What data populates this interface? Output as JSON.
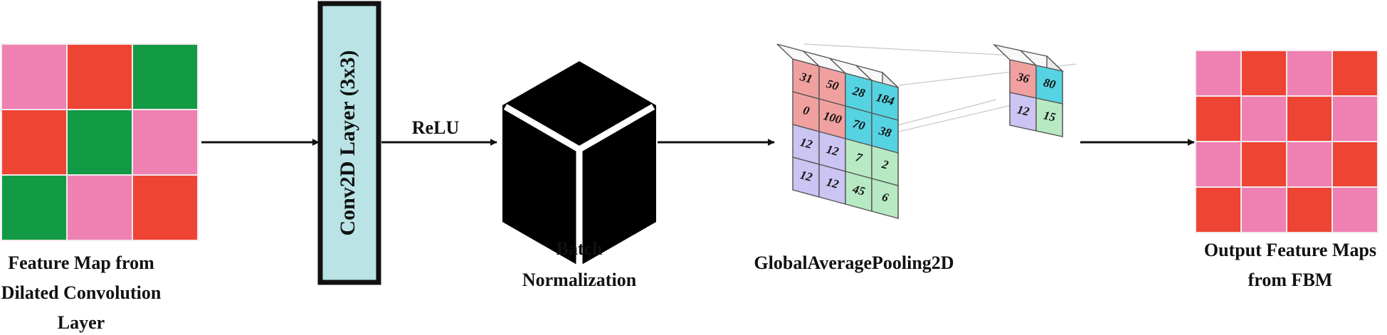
{
  "colors": {
    "pink": "#ef80b2",
    "red": "#ee4433",
    "green": "#139a45",
    "conv_fill": "#b9e3e4",
    "cube_red": "#f1a0a0",
    "cube_cyan": "#56d3e2",
    "cube_purple": "#ccc4f2",
    "cube_green": "#b7eac3",
    "cube_side": "#e9e9e9",
    "cube_top": "#f8f8f8"
  },
  "input_map": {
    "label_lines": [
      "Feature Map from",
      "Dilated Convolution",
      "Layer"
    ],
    "grid": [
      [
        "pink",
        "red",
        "green"
      ],
      [
        "red",
        "green",
        "pink"
      ],
      [
        "green",
        "pink",
        "red"
      ]
    ]
  },
  "conv_layer": {
    "label": "Conv2D Layer (3x3)"
  },
  "activation": {
    "label": "ReLU"
  },
  "batch_norm": {
    "label_lines": [
      "Batch",
      "Normalization"
    ]
  },
  "pooling": {
    "label": "GlobalAveragePooling2D",
    "input_grid": [
      [
        {
          "v": "31",
          "c": "cube_red"
        },
        {
          "v": "50",
          "c": "cube_red"
        },
        {
          "v": "28",
          "c": "cube_cyan"
        },
        {
          "v": "184",
          "c": "cube_cyan"
        }
      ],
      [
        {
          "v": "0",
          "c": "cube_red"
        },
        {
          "v": "100",
          "c": "cube_red"
        },
        {
          "v": "70",
          "c": "cube_cyan"
        },
        {
          "v": "38",
          "c": "cube_cyan"
        }
      ],
      [
        {
          "v": "12",
          "c": "cube_purple"
        },
        {
          "v": "12",
          "c": "cube_purple"
        },
        {
          "v": "7",
          "c": "cube_green"
        },
        {
          "v": "2",
          "c": "cube_green"
        }
      ],
      [
        {
          "v": "12",
          "c": "cube_purple"
        },
        {
          "v": "12",
          "c": "cube_purple"
        },
        {
          "v": "45",
          "c": "cube_green"
        },
        {
          "v": "6",
          "c": "cube_green"
        }
      ]
    ],
    "output_grid": [
      [
        {
          "v": "36",
          "c": "cube_red"
        },
        {
          "v": "80",
          "c": "cube_cyan"
        }
      ],
      [
        {
          "v": "12",
          "c": "cube_purple"
        },
        {
          "v": "15",
          "c": "cube_green"
        }
      ]
    ]
  },
  "output_map": {
    "label_lines": [
      "Output Feature Maps",
      "from FBM"
    ],
    "grid": [
      [
        "pink",
        "red",
        "pink",
        "red"
      ],
      [
        "red",
        "pink",
        "red",
        "pink"
      ],
      [
        "pink",
        "red",
        "pink",
        "red"
      ],
      [
        "red",
        "pink",
        "red",
        "pink"
      ]
    ]
  }
}
